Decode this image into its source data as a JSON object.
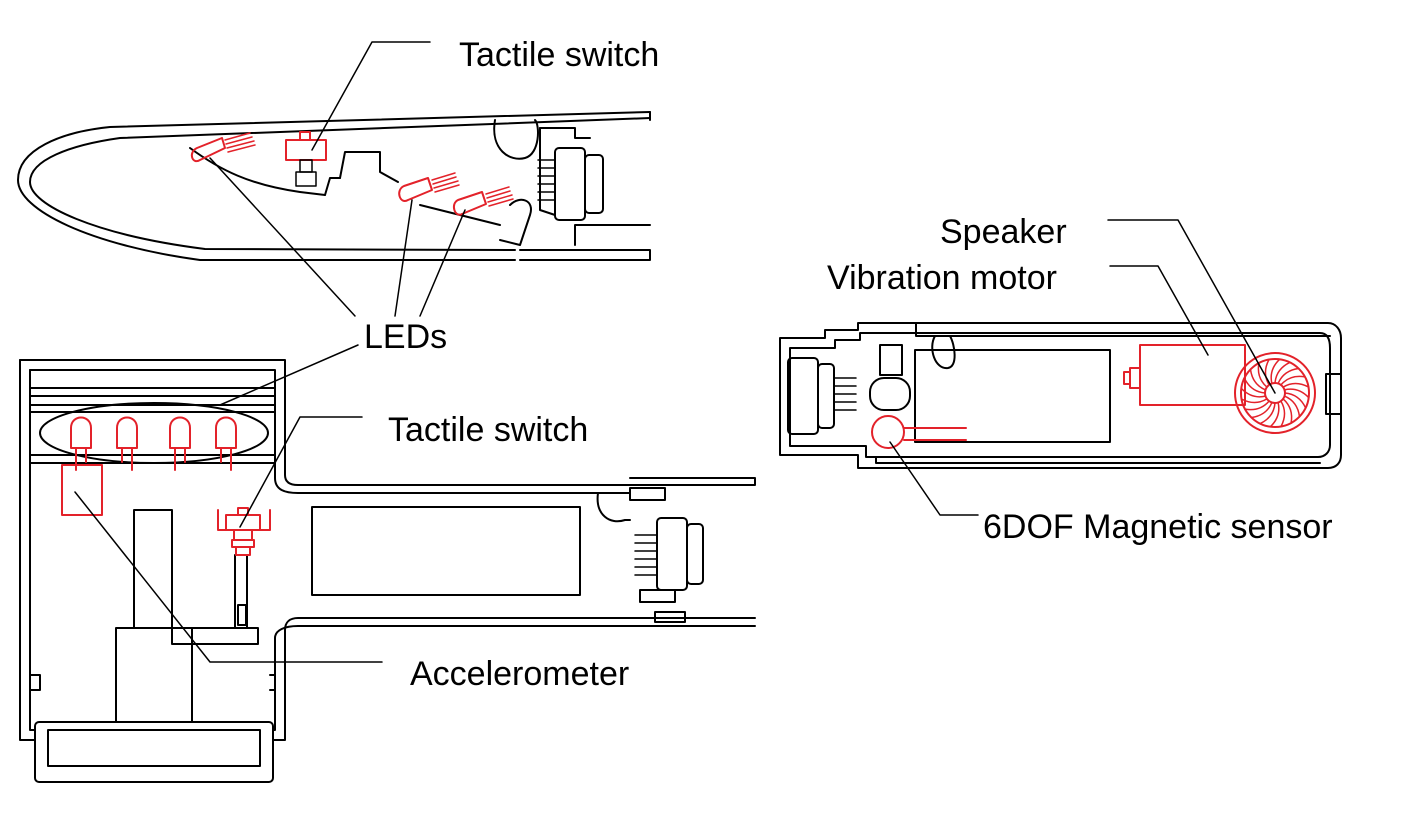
{
  "labels": {
    "tactile_switch_top": "Tactile switch",
    "leds": "LEDs",
    "tactile_switch_mid": "Tactile switch",
    "accelerometer": "Accelerometer",
    "speaker": "Speaker",
    "vibration_motor": "Vibration motor",
    "magnetic_sensor": "6DOF Magnetic sensor"
  },
  "colors": {
    "outline": "#000000",
    "component": "#e3222a",
    "background": "#ffffff"
  }
}
